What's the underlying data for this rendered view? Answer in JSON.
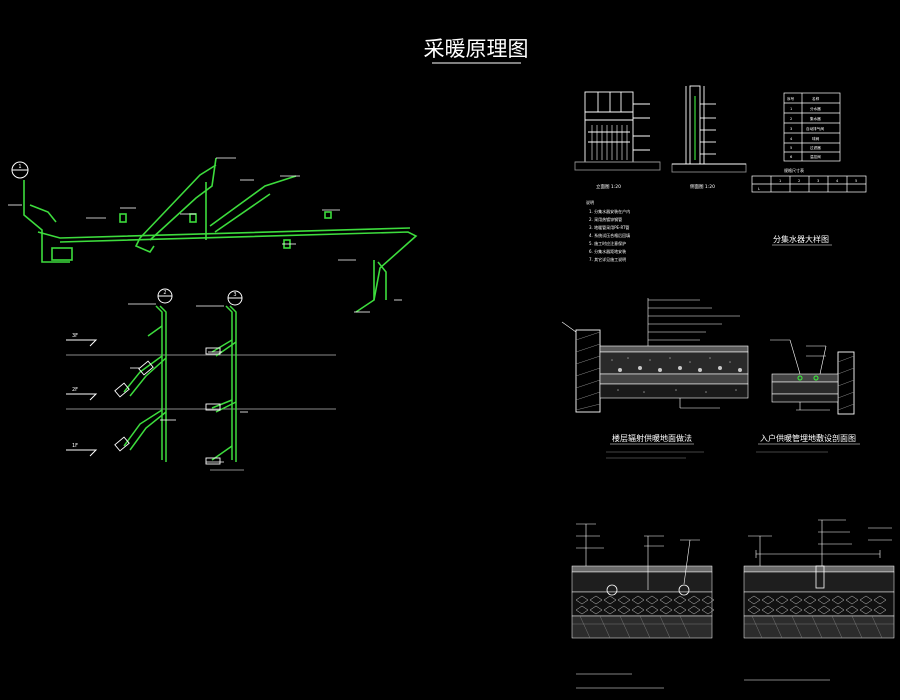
{
  "title": "采暖原理图",
  "colors": {
    "background": "#000000",
    "pipe": "#3ddc3d",
    "line": "#ffffff",
    "grey": "#8a8a8a",
    "hatch": "#c8c8c8"
  },
  "heading": {
    "manifold": "分集水器大样图",
    "floor_detail": "楼层辐射供暖地面做法",
    "entry_detail": "入户供暖管埋地敷设剖面图"
  },
  "riser": {
    "marks": [
      "1",
      "2",
      "3"
    ],
    "floor_labels": [
      "3F",
      "2F",
      "1F"
    ]
  },
  "table": {
    "header": [
      "序号",
      "名称"
    ],
    "rows": [
      [
        "1",
        "分水器"
      ],
      [
        "2",
        "集水器"
      ],
      [
        "3",
        "自动排气阀"
      ],
      [
        "4",
        "球阀"
      ],
      [
        "5",
        "过滤器"
      ],
      [
        "6",
        "温控阀"
      ]
    ],
    "sub_title": "规格尺寸表",
    "sub_header": [
      "",
      "1",
      "2",
      "3",
      "4",
      "5"
    ],
    "sub_row": [
      "L",
      "",
      "",
      "",
      "",
      ""
    ]
  },
  "notes": {
    "title": "说明",
    "lines": [
      "1. 分集水器安装在户内",
      "2. 采用热镀锌钢管",
      "3. 地暖管采用PE-RT管",
      "4. 系统试压合格后回填",
      "5. 施工时应注意保护",
      "6. 分集水器距地安装",
      "7. 其它详见施工说明"
    ]
  },
  "scales": {
    "elevation": "立面图  1:20",
    "side": "侧面图  1:20"
  }
}
